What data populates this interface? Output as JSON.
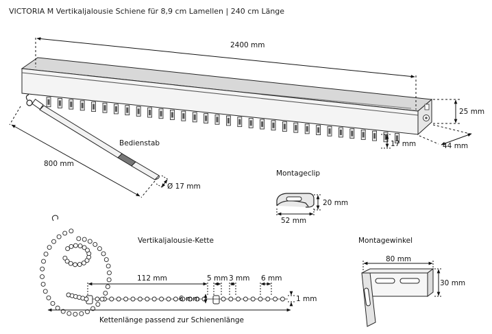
{
  "title": "VICTORIA M Vertikaljalousie Schiene für 8,9 cm Lamellen | 240 cm Länge",
  "rail": {
    "length_label": "2400 mm",
    "height_label": "25 mm",
    "depth_label": "44 mm",
    "carrier_label": "17 mm"
  },
  "wand": {
    "name": "Bedienstab",
    "length_label": "800 mm",
    "diameter_label": "Ø 17 mm"
  },
  "clip": {
    "name": "Montageclip",
    "height_label": "20 mm",
    "width_label": "52 mm"
  },
  "chain": {
    "name": "Vertikaljalousie-Kette",
    "segment_label": "112 mm",
    "gap_label": "5 mm",
    "pitch_label": "3 mm",
    "ball_label": "6 mm",
    "ball_height_label": "6 mm",
    "cord_label": "1 mm",
    "length_note": "Kettenlänge passend zur Schienenlänge"
  },
  "bracket": {
    "name": "Montagewinkel",
    "width_label": "80 mm",
    "height_label": "30 mm"
  }
}
